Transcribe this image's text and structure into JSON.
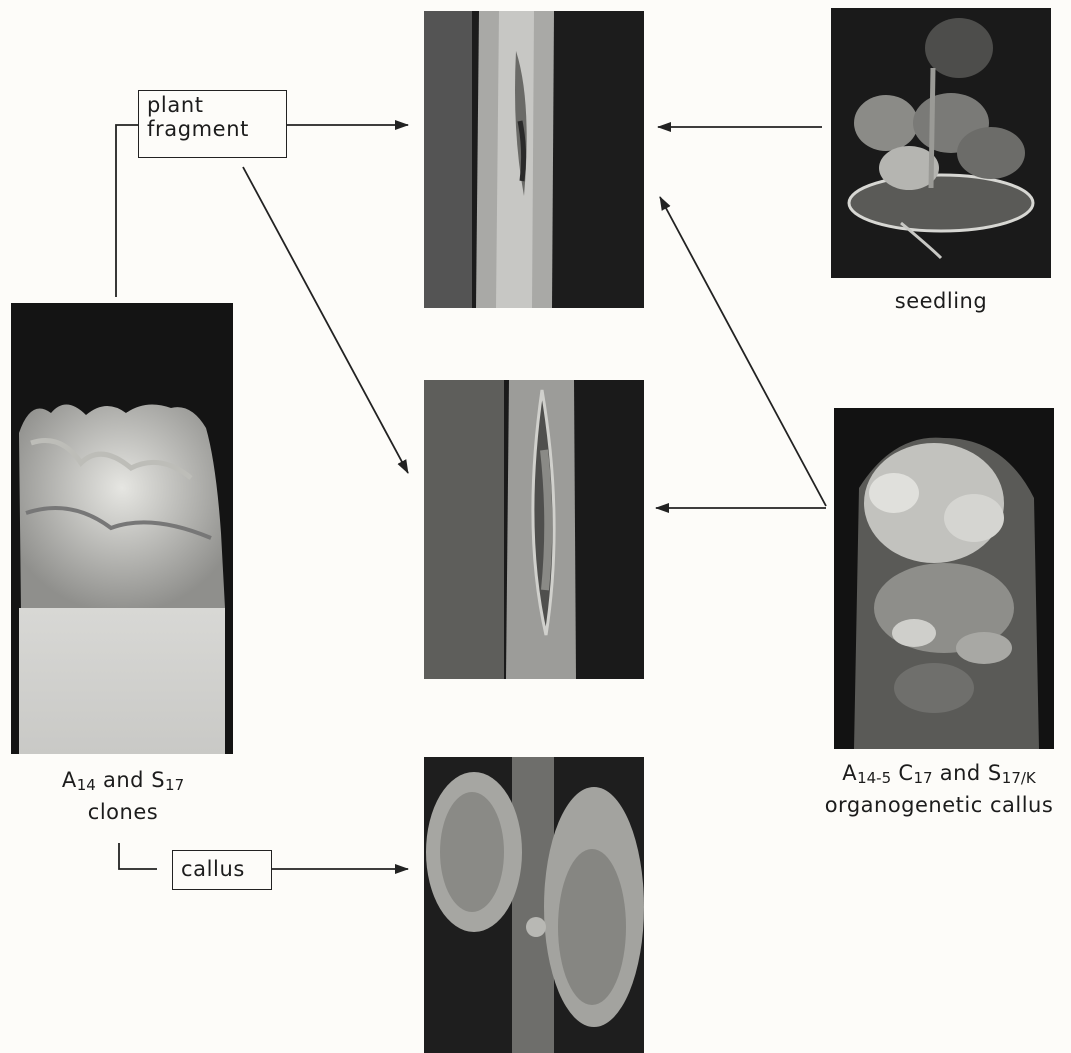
{
  "labels": {
    "plant_fragment_line1": "plant",
    "plant_fragment_line2": "fragment",
    "callus_box": "callus",
    "seedling": "seedling",
    "clones": {
      "a": "A",
      "a_sub": "14",
      "and": " and ",
      "s": "S",
      "s_sub": "17",
      "line2": "clones"
    },
    "organogenetic": {
      "a": "A",
      "a_sub": "14-5",
      "c": " C",
      "c_sub": "17",
      "and": " and S",
      "s_sub": "17/K",
      "line2": "organogenetic callus"
    }
  },
  "photos": [
    {
      "id": "clones-photo",
      "subject": "callus clone in culture tube"
    },
    {
      "id": "stem-fragment-1",
      "subject": "stem with small lesion"
    },
    {
      "id": "stem-fragment-2",
      "subject": "stem with split lesion"
    },
    {
      "id": "stem-callus",
      "subject": "stem with large callus growths"
    },
    {
      "id": "seedling-photo",
      "subject": "seedling in dish"
    },
    {
      "id": "organogenetic-photo",
      "subject": "organogenetic callus in culture tube"
    }
  ],
  "colors": {
    "line": "#222222",
    "photo_bg": "#161616"
  }
}
